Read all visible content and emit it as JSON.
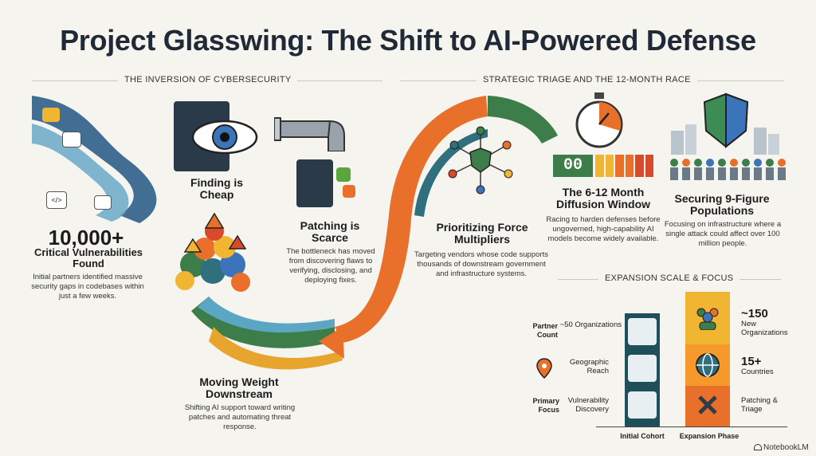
{
  "title": "Project Glasswing: The Shift to AI-Powered Defense",
  "sections": {
    "left": "THE INVERSION OF CYBERSECURITY",
    "right": "STRATEGIC TRIAGE AND THE 12-MONTH RACE",
    "expansion": "EXPANSION SCALE & FOCUS"
  },
  "vulns": {
    "number": "10,000+",
    "title": "Critical Vulnerabilities Found",
    "desc": "Initial partners identified massive security gaps in codebases within just a few weeks."
  },
  "finding": {
    "title": "Finding is Cheap"
  },
  "patching": {
    "title": "Patching is Scarce",
    "desc": "The bottleneck has moved from discovering flaws to verifying, disclosing, and deploying fixes."
  },
  "moving": {
    "title": "Moving Weight Downstream",
    "desc": "Shifting AI support toward writing patches and automating threat response."
  },
  "force": {
    "title": "Prioritizing Force Multipliers",
    "desc": "Targeting vendors whose code supports thousands of downstream government and infrastructure systems."
  },
  "diffusion": {
    "title": "The 6-12 Month Diffusion Window",
    "desc": "Racing to harden defenses before ungoverned, high-capability AI models become widely available.",
    "counter": "00"
  },
  "securing": {
    "title": "Securing 9-Figure Populations",
    "desc": "Focusing on infrastructure where a single attack could affect over 100 million people."
  },
  "expansion": {
    "rows": [
      {
        "label": "Partner Count",
        "initial": "~50 Organizations",
        "exp_big": "~150",
        "exp_small": "New Organizations"
      },
      {
        "label": "",
        "initial": "Geographic Reach",
        "exp_big": "15+",
        "exp_small": "Countries"
      },
      {
        "label": "Primary Focus",
        "initial": "Vulnerability Discovery",
        "exp_big": "",
        "exp_small": "Patching & Triage"
      }
    ],
    "initial_label": "Initial Cohort",
    "expansion_label": "Expansion Phase"
  },
  "brand": "NotebookLM",
  "colors": {
    "green": "#3d7d4a",
    "orange": "#e8702a",
    "teal": "#2f6f7e",
    "blue": "#3b74b8",
    "yellow": "#f0b531",
    "red": "#d84a2c"
  }
}
